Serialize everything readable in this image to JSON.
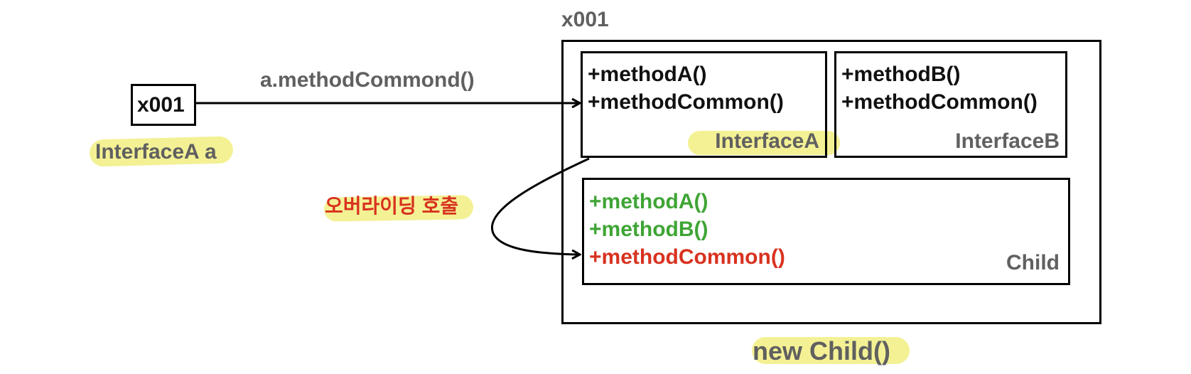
{
  "reference": {
    "address": "x001",
    "label": "InterfaceA a"
  },
  "call": {
    "label": "a.methodCommond()"
  },
  "override_call": {
    "label": "오버라이딩 호출"
  },
  "instance": {
    "address": "x001",
    "caption": "new Child()"
  },
  "interfaceA": {
    "methods": [
      "+methodA()",
      "+methodCommon()"
    ],
    "name": "InterfaceA"
  },
  "interfaceB": {
    "methods": [
      "+methodB()",
      "+methodCommon()"
    ],
    "name": "InterfaceB"
  },
  "child": {
    "methods": [
      {
        "text": "+methodA()",
        "color": "#3fa535"
      },
      {
        "text": "+methodB()",
        "color": "#3fa535"
      },
      {
        "text": "+methodCommon()",
        "color": "#d8321f"
      }
    ],
    "name": "Child"
  }
}
